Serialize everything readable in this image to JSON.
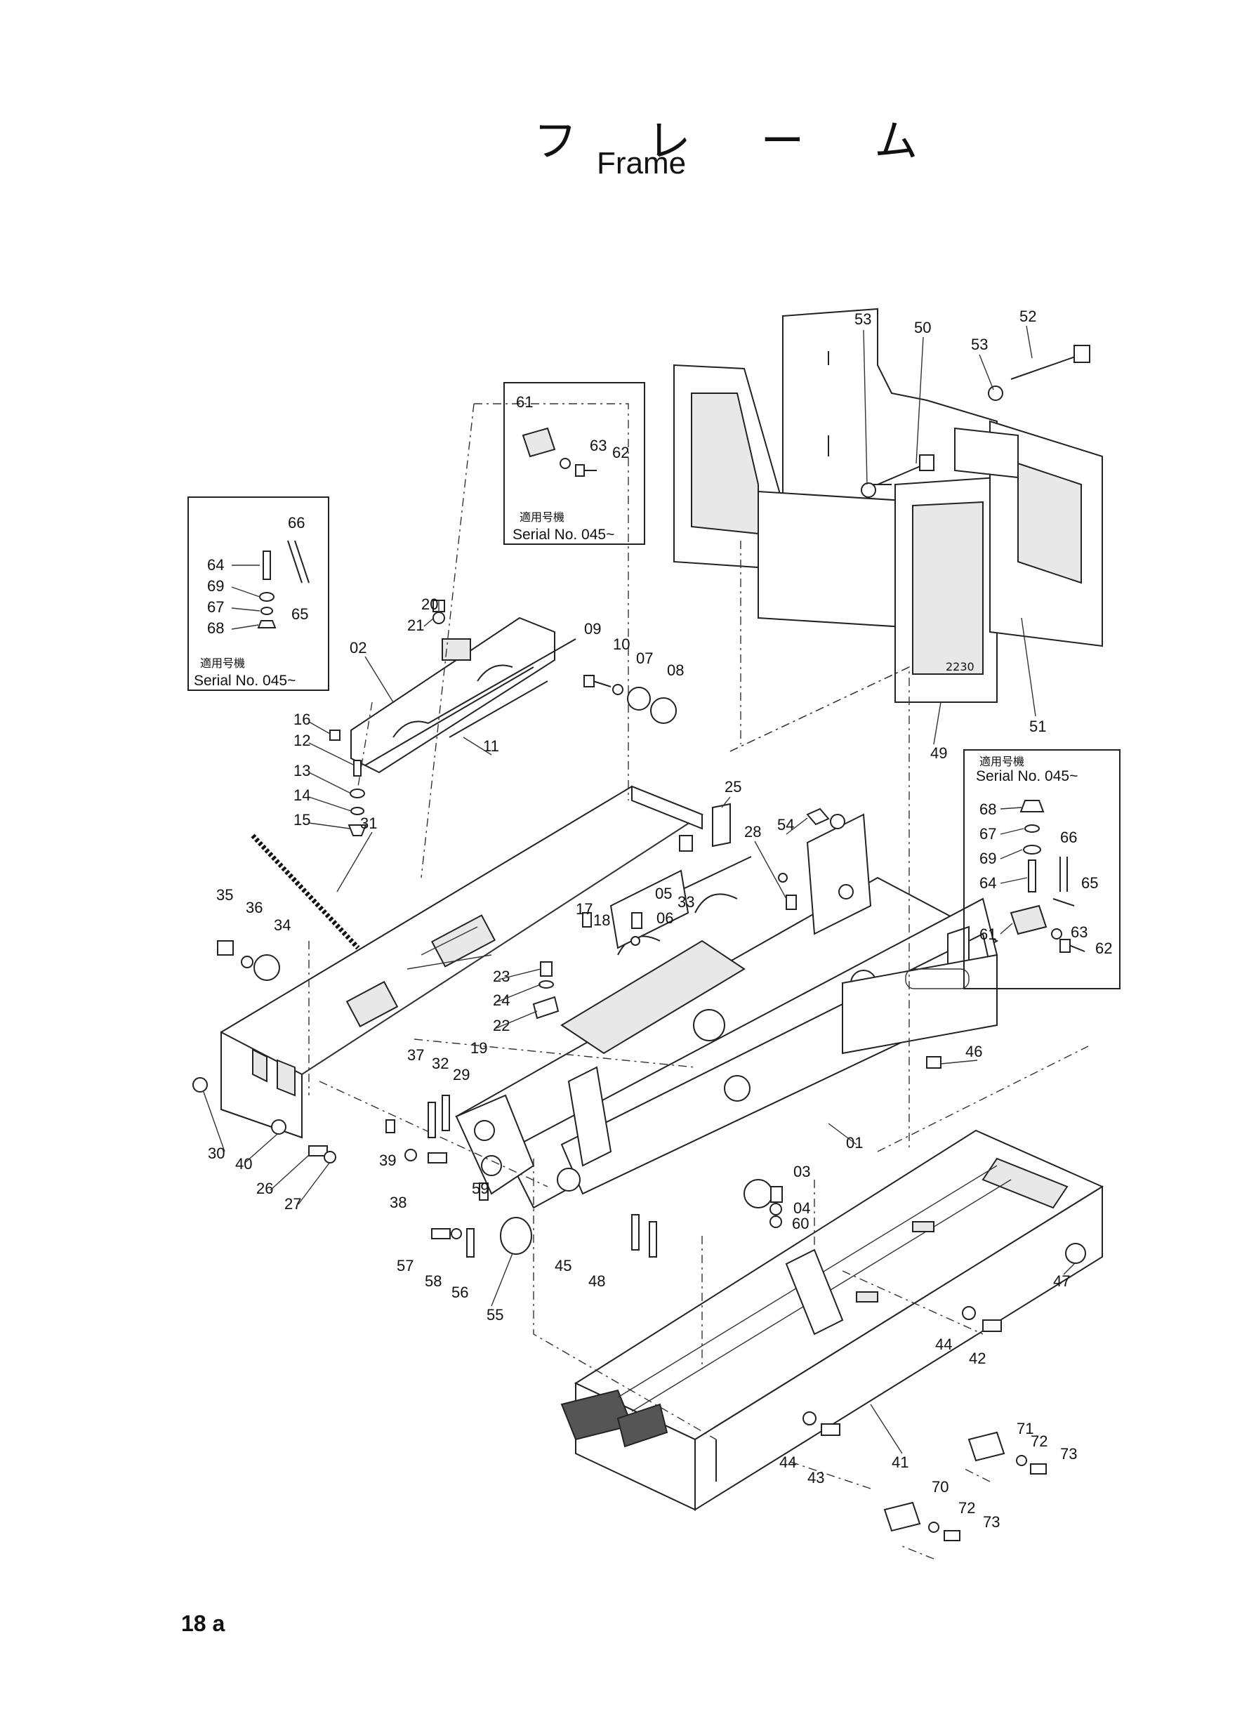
{
  "title": {
    "japanese": "フ レ ー ム",
    "english": "Frame"
  },
  "page_number": "18 a",
  "insets": [
    {
      "applicable_label": "適用号機",
      "serial": "Serial No. 045~",
      "callouts": [
        "61",
        "63",
        "62"
      ]
    },
    {
      "applicable_label": "適用号機",
      "serial": "Serial No. 045~",
      "callouts": [
        "66",
        "64",
        "69",
        "67",
        "65",
        "68"
      ]
    },
    {
      "applicable_label": "適用号機",
      "serial": "Serial No. 045~",
      "callouts": [
        "68",
        "67",
        "66",
        "69",
        "65",
        "64",
        "63",
        "61",
        "62"
      ]
    }
  ],
  "callouts": [
    "53",
    "50",
    "52",
    "53",
    "61",
    "63",
    "62",
    "66",
    "64",
    "69",
    "67",
    "65",
    "68",
    "20",
    "21",
    "02",
    "09",
    "10",
    "07",
    "08",
    "16",
    "12",
    "11",
    "13",
    "14",
    "15",
    "31",
    "25",
    "54",
    "28",
    "35",
    "36",
    "34",
    "05",
    "33",
    "17",
    "18",
    "06",
    "23",
    "24",
    "22",
    "19",
    "49",
    "51",
    "46",
    "37",
    "32",
    "29",
    "30",
    "40",
    "39",
    "38",
    "26",
    "27",
    "01",
    "59",
    "03",
    "04",
    "60",
    "57",
    "58",
    "56",
    "55",
    "45",
    "48",
    "47",
    "44",
    "42",
    "41",
    "44",
    "43",
    "71",
    "72",
    "73",
    "70",
    "72",
    "73"
  ],
  "weight_marking": "2230"
}
